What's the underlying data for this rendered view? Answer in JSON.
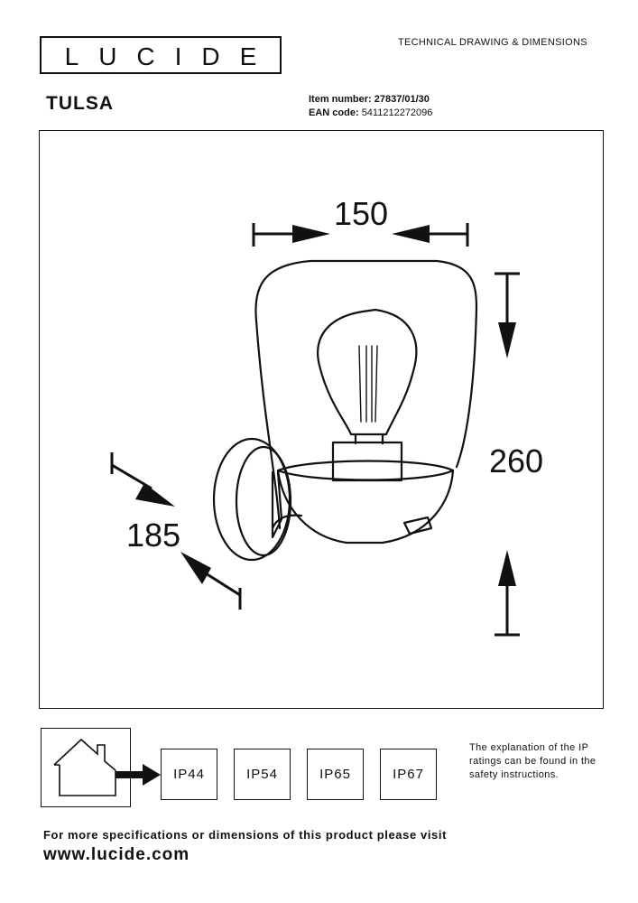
{
  "brand": {
    "logo_text": "LUCIDE"
  },
  "header": {
    "document_type": "TECHNICAL DRAWING & DIMENSIONS",
    "product_name": "TULSA",
    "item_number_label": "Item number:",
    "item_number": "27837/01/30",
    "ean_label": "EAN code:",
    "ean": "5411212272096"
  },
  "dimensions": {
    "width": "150",
    "height": "260",
    "depth": "185"
  },
  "ip_ratings": {
    "items": [
      "IP44",
      "IP54",
      "IP65",
      "IP67"
    ],
    "note": "The explanation of the IP ratings can be found in the safety instructions."
  },
  "footer": {
    "text": "For more specifications or dimensions of this product please visit",
    "url": "www.lucide.com"
  }
}
